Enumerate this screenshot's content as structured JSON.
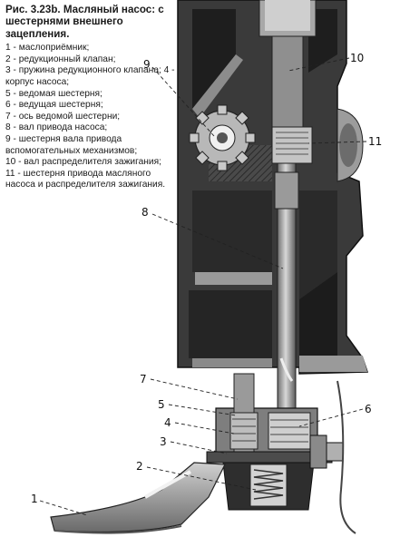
{
  "caption": {
    "figure_number": "Рис. 3.23b.",
    "title": "Масляный насос: с шестернями внешнего зацепления."
  },
  "legend": [
    "1 - маслоприёмник;",
    "2 - редукционный клапан;",
    "3 - пружина редукционного клапана; 4 - корпус насоса;",
    "5 - ведомая шестерня;",
    "6 - ведущая шестерня;",
    "7 - ось ведомой шестерни;",
    "8 - вал привода насоса;",
    "9 - шестерня вала привода вспомогательных механизмов;",
    "10 - вал распределителя зажигания;",
    "11 - шестерня привода масляного насоса и распределителя зажигания."
  ],
  "callouts": [
    "1",
    "2",
    "3",
    "4",
    "5",
    "6",
    "7",
    "8",
    "9",
    "10",
    "11"
  ],
  "colors": {
    "casting": "#3a3a3a",
    "casting_dark": "#1e1e1e",
    "metal_light": "#b4b4b4",
    "metal_mid": "#8a8a8a",
    "leader": "#222222"
  }
}
